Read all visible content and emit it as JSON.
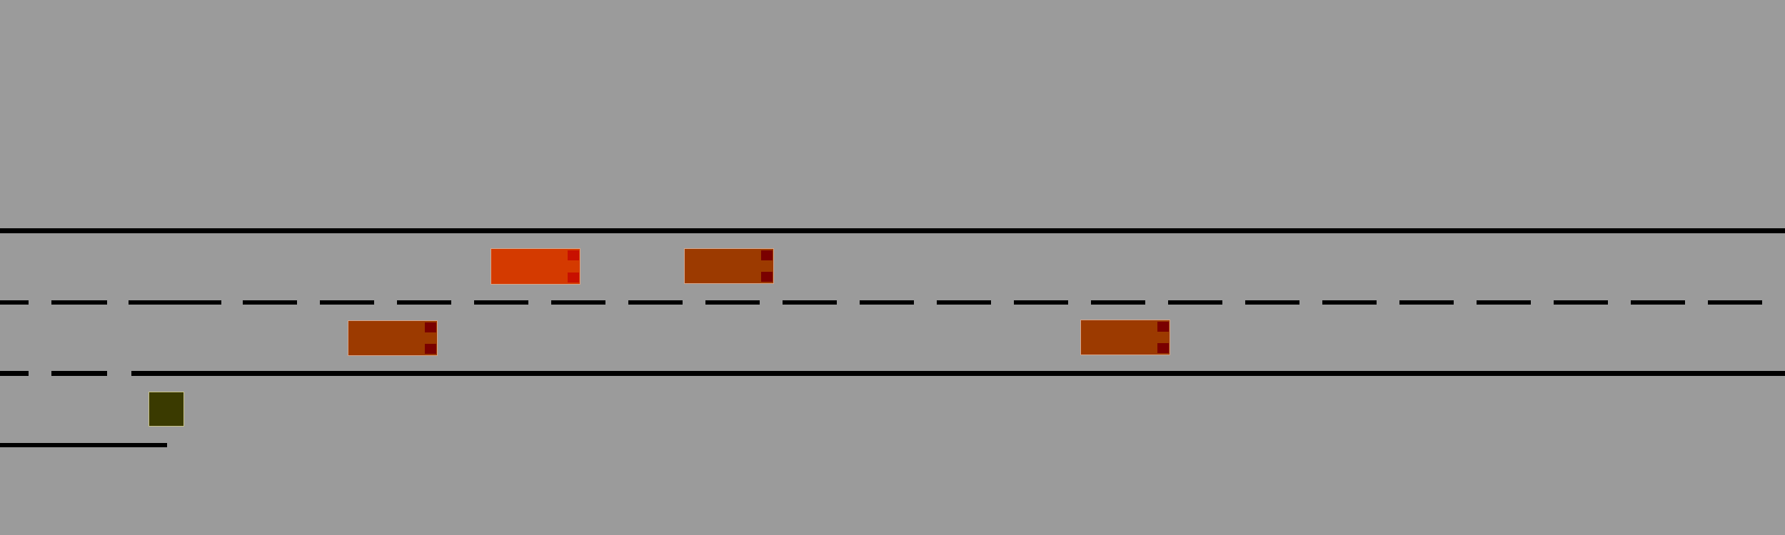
{
  "scene": {
    "background_color": "#9b9b9b",
    "line_color": "#000000"
  },
  "player_vehicle": {
    "role": "ego",
    "body_color": "#d43a00",
    "light_color": "#c81000"
  },
  "traffic_vehicles": [
    {
      "id": "vehicle-upper-lane",
      "body_color": "#9c3a00",
      "light_color": "#7a0000"
    },
    {
      "id": "vehicle-lower-lane-left",
      "body_color": "#9c3a00",
      "light_color": "#7a0000"
    },
    {
      "id": "vehicle-lower-lane-right",
      "body_color": "#9c3a00",
      "light_color": "#7a0000"
    }
  ],
  "obstacle": {
    "color": "#3a3a00"
  }
}
